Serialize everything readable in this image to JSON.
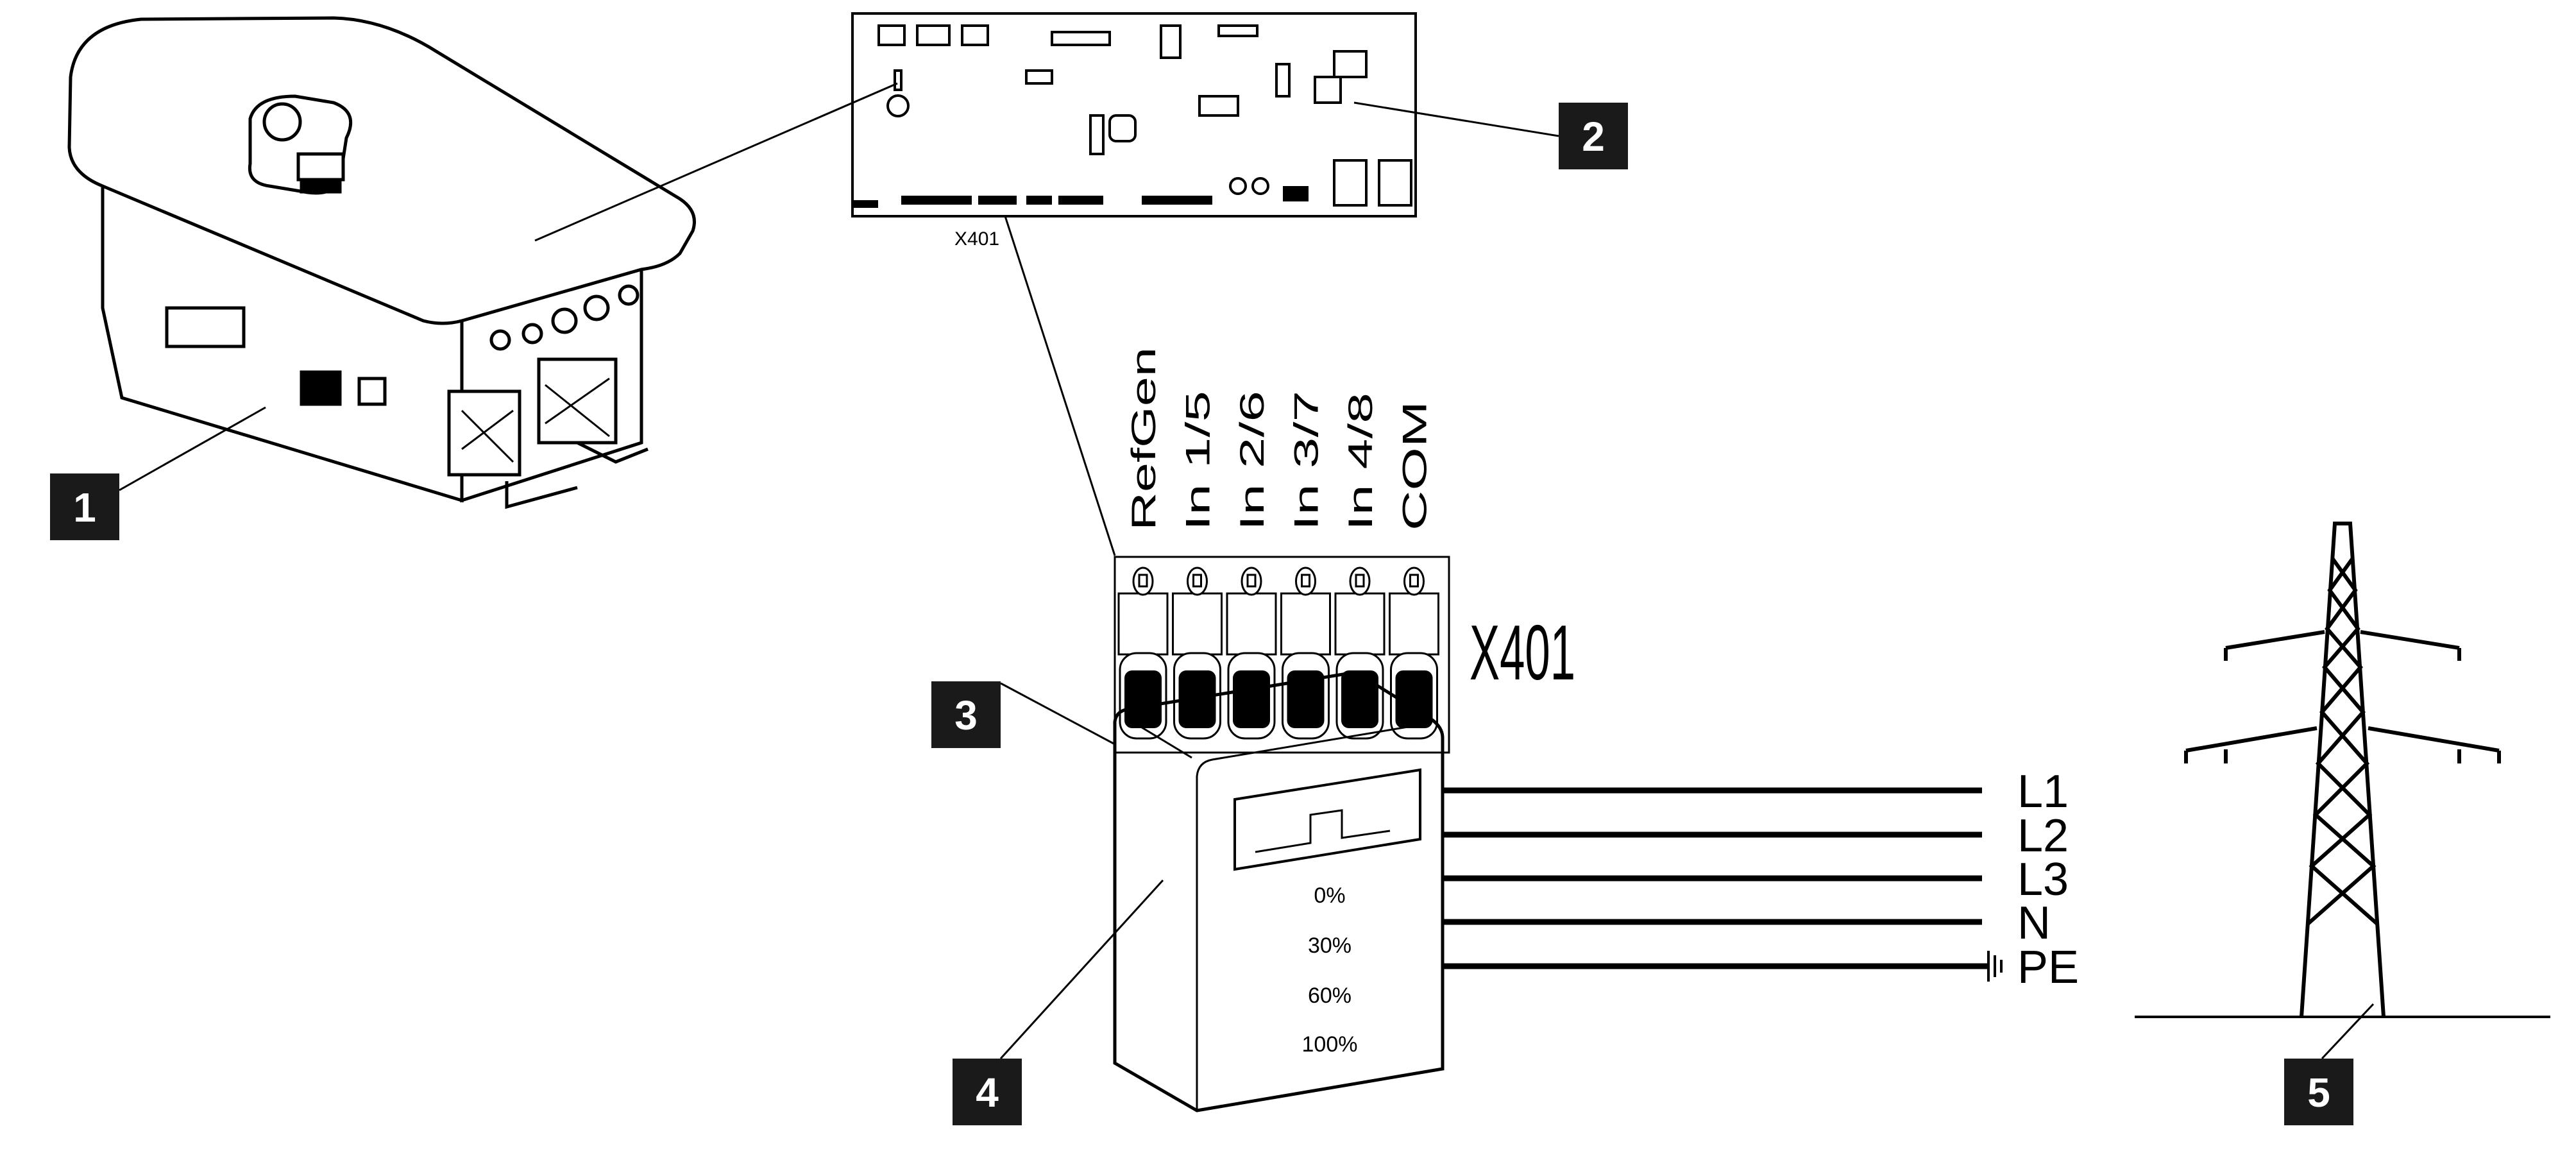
{
  "callouts": [
    "1",
    "2",
    "3",
    "4",
    "5"
  ],
  "pcb": {
    "connector_label": "X401"
  },
  "terminal": {
    "label": "X401",
    "pins": [
      "RefGen",
      "In 1/5",
      "In 2/6",
      "In 3/7",
      "In 4/8",
      "COM"
    ]
  },
  "receiver": {
    "levels": [
      "0%",
      "30%",
      "60%",
      "100%"
    ]
  },
  "grid_lines": [
    "L1",
    "L2",
    "L3",
    "N",
    "PE"
  ],
  "colors": {
    "ink": "#000000",
    "badge": "#1a1a1a",
    "background": "#ffffff"
  }
}
